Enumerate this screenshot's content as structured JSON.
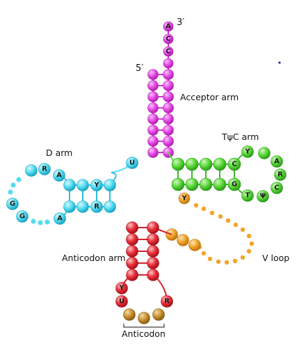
{
  "labels": {
    "three_prime": "3′",
    "five_prime": "5′",
    "acceptor_arm": "Acceptor arm",
    "tpsic_arm": "TψC arm",
    "d_arm": "D arm",
    "anticodon_arm": "Anticodon arm",
    "v_loop": "V loop",
    "anticodon": "Anticodon"
  },
  "base_letters": {
    "acc_a": "A",
    "acc_c1": "C",
    "acc_c2": "C",
    "u": "U",
    "t_c": "C",
    "t_g": "G",
    "t_y1": "Y",
    "t_a": "A",
    "t_r": "R",
    "t_cl": "C",
    "t_psi": "Ψ",
    "t_t": "T",
    "v_y": "Y",
    "d_r": "R",
    "d_a1": "A",
    "d_y": "Y",
    "d_r2": "R",
    "d_g1": "G",
    "d_g2": "G",
    "d_a2": "A",
    "ac_y": "Y",
    "ac_u": "U",
    "ac_r": "R"
  },
  "colors": {
    "acceptor": "#e64be6",
    "tpsic": "#5cd83a",
    "d_arm": "#55dcf0",
    "anticodon_arm": "#e8303a",
    "v_loop": "#f0a52a",
    "anticodon": "#c8902e",
    "stray_dot": "#1a2ab0"
  }
}
